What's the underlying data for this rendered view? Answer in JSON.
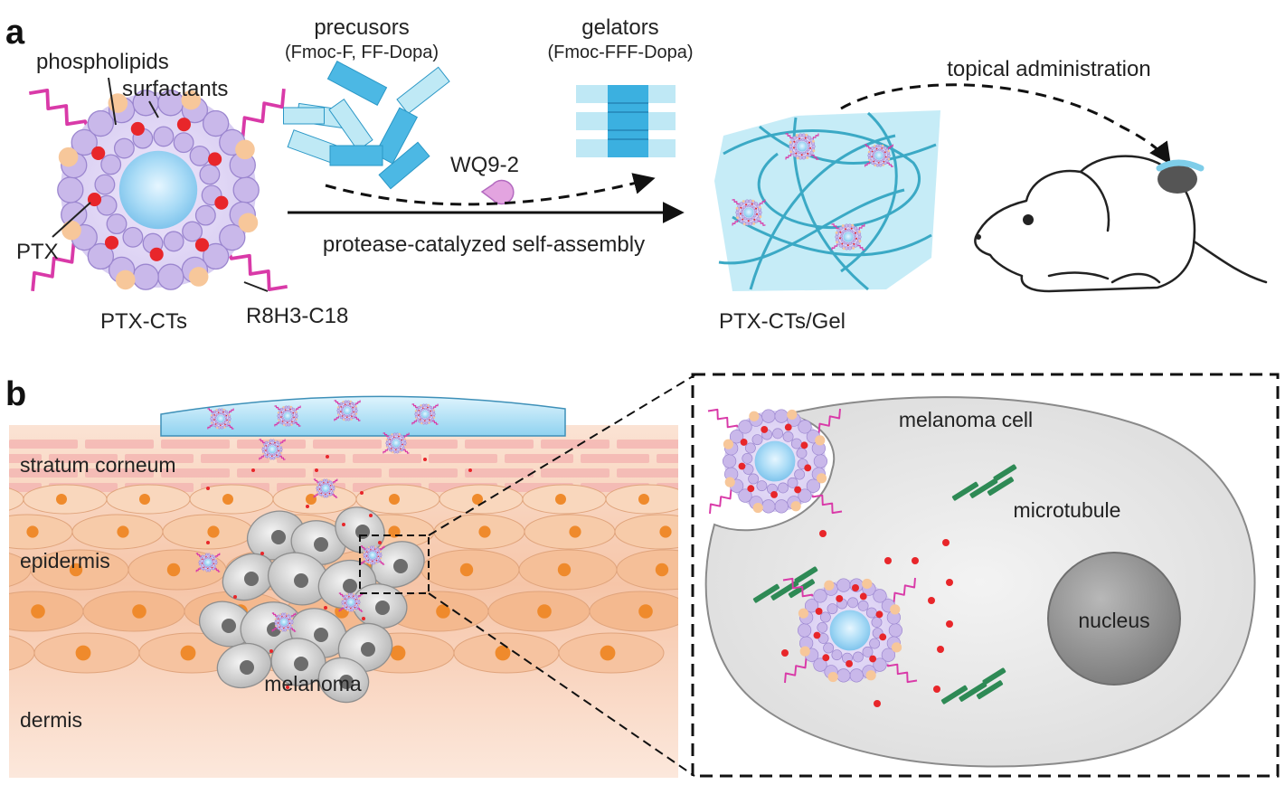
{
  "panels": {
    "a": "a",
    "b": "b"
  },
  "panel_a": {
    "phospholipids": "phospholipids",
    "surfactants": "surfactants",
    "ptx": "PTX",
    "ptx_cts": "PTX-CTs",
    "r8h3": "R8H3-C18",
    "precursors_title": "precusors",
    "precursors_sub": "(Fmoc-F, FF-Dopa)",
    "gelators_title": "gelators",
    "gelators_sub": "(Fmoc-FFF-Dopa)",
    "enzyme": "WQ9-2",
    "process": "protease-catalyzed self-assembly",
    "topical": "topical administration",
    "gel": "PTX-CTs/Gel"
  },
  "panel_b": {
    "stratum": "stratum corneum",
    "epidermis": "epidermis",
    "dermis": "dermis",
    "melanoma": "melanoma",
    "melanoma_cell": "melanoma cell",
    "microtubule": "microtubule",
    "nucleus": "nucleus"
  },
  "colors": {
    "bead": "#c9b8ea",
    "core": "#9fd3f2",
    "ptx_dot": "#e8262a",
    "surfactant": "#f7c79a",
    "tail": "#d93aa8",
    "precursor": "#4cb8e4",
    "gel": "#bfe9f5",
    "fiber": "#3aa6c2",
    "skin_top": "#f6c9b4",
    "skin_cell": "#f4b98f",
    "nucleus_dot": "#ef8a2c",
    "tumor_cell": "#d7d7d7",
    "microtubule": "#2e8a55"
  }
}
